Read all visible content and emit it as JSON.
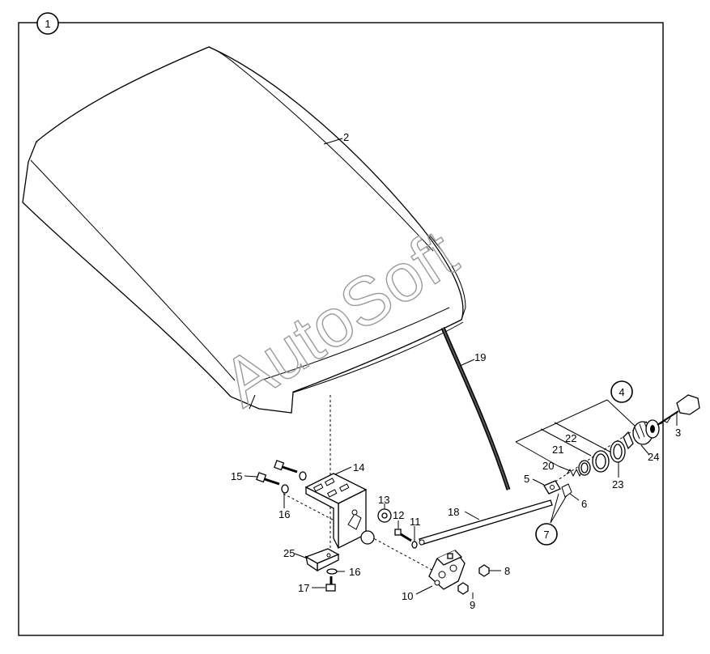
{
  "diagram": {
    "watermark": "AutoSoft",
    "callouts_circled": [
      "1",
      "4",
      "7"
    ],
    "labels": [
      "2",
      "3",
      "5",
      "6",
      "8",
      "9",
      "10",
      "11",
      "12",
      "13",
      "14",
      "15",
      "16",
      "16",
      "17",
      "18",
      "19",
      "20",
      "21",
      "22",
      "23",
      "24",
      "25"
    ]
  }
}
